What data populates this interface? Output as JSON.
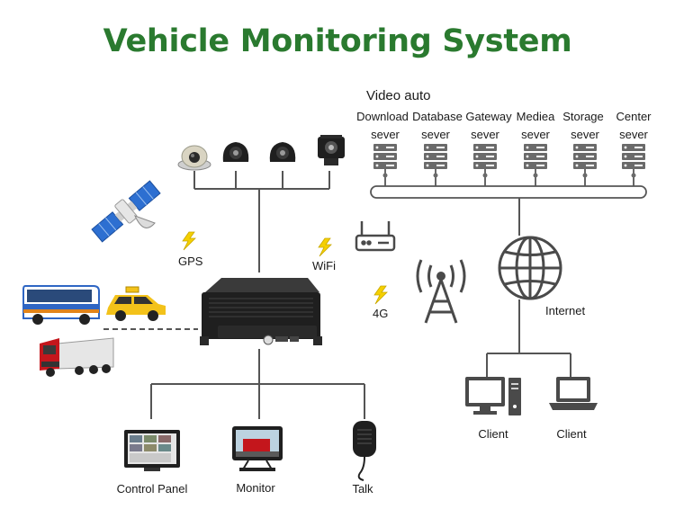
{
  "title": "Vehicle Monitoring System",
  "video_group_label": "Video auto",
  "servers": [
    {
      "line1": "Download",
      "line2": "sever"
    },
    {
      "line1": "Database",
      "line2": "sever"
    },
    {
      "line1": "Gateway",
      "line2": "sever"
    },
    {
      "line1": "Mediea",
      "line2": "sever"
    },
    {
      "line1": "Storage",
      "line2": "sever"
    },
    {
      "line1": "Center",
      "line2": "sever"
    }
  ],
  "links": {
    "gps": "GPS",
    "wifi": "WiFi",
    "cellular": "4G"
  },
  "internet": "Internet",
  "clients": [
    "Client",
    "Client"
  ],
  "peripherals": {
    "control_panel": "Control Panel",
    "monitor": "Monitor",
    "talk": "Talk"
  },
  "colors": {
    "title": "#2a7a2f",
    "line": "#555555",
    "icon": "#4a4a4a",
    "lightning": "#f5d000",
    "satellite_panel": "#2d6fd1",
    "bus": "#2f66c4",
    "taxi": "#f3c21a",
    "truck": "#c4161c"
  },
  "icons": [
    "satellite-icon",
    "dome-camera-icon",
    "side-camera-icon",
    "rear-camera-icon",
    "router-icon",
    "antenna-icon",
    "globe-icon",
    "server-icon",
    "mdvr-icon",
    "bus-icon",
    "taxi-icon",
    "truck-icon",
    "desktop-icon",
    "laptop-icon",
    "monitor-icon",
    "microphone-icon",
    "lightning-icon"
  ]
}
